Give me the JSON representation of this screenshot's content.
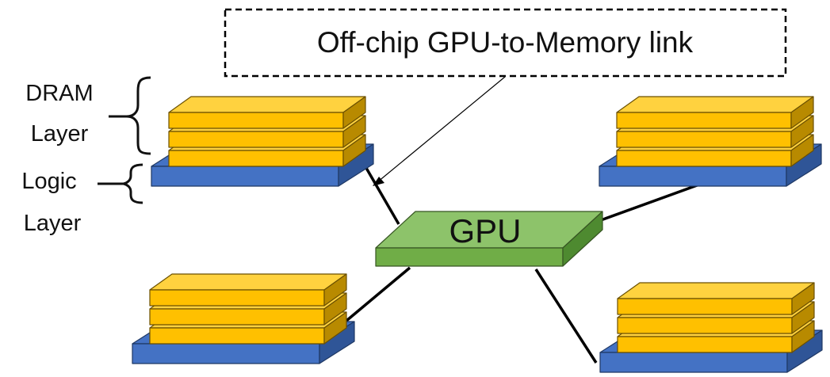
{
  "callout": {
    "text": "Off-chip GPU-to-Memory link"
  },
  "labels": {
    "dram_line1": "DRAM",
    "dram_line2": "Layer",
    "logic_line1": "Logic",
    "logic_line2": "Layer"
  },
  "gpu": {
    "label": "GPU"
  },
  "colors": {
    "dram_top": "#FFD23F",
    "dram_front": "#FFC000",
    "dram_side": "#B88A00",
    "dram_edge": "#6B5000",
    "logic_top": "#4472C4",
    "logic_front": "#4472C4",
    "logic_side": "#2F5597",
    "logic_edge": "#1F3864",
    "gpu_top": "#8DC36A",
    "gpu_front": "#70AD47",
    "gpu_side": "#4E8A30",
    "gpu_edge": "#375623"
  },
  "memory_stacks": [
    {
      "id": "top-left",
      "dram_layers": 3
    },
    {
      "id": "top-right",
      "dram_layers": 3
    },
    {
      "id": "bottom-left",
      "dram_layers": 3
    },
    {
      "id": "bottom-right",
      "dram_layers": 3
    }
  ]
}
